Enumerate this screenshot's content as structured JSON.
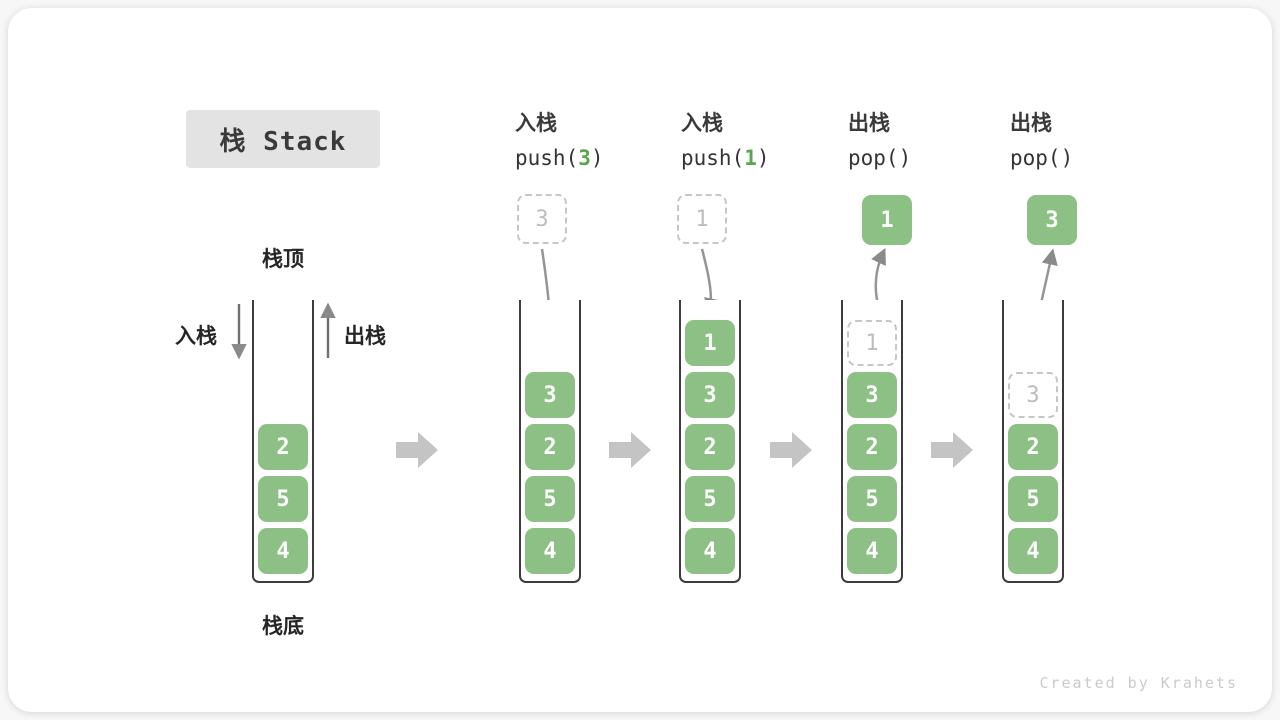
{
  "title": "栈 Stack",
  "labels": {
    "stack_top": "栈顶",
    "stack_bottom": "栈底",
    "push": "入栈",
    "pop": "出栈"
  },
  "watermark": "Created by Krahets",
  "colors": {
    "cell_green": "#8cc084",
    "code_number_green": "#5aa64e",
    "block_arrow_gray": "#c4c4c4",
    "curve_arrow_gray": "#8f8f8f",
    "title_bg": "#e3e3e3"
  },
  "columns": [
    {
      "op": "入栈",
      "code_pre": "push(",
      "code_num": "3",
      "code_post": ")"
    },
    {
      "op": "入栈",
      "code_pre": "push(",
      "code_num": "1",
      "code_post": ")"
    },
    {
      "op": "出栈",
      "code_pre": "pop()",
      "code_num": "",
      "code_post": ""
    },
    {
      "op": "出栈",
      "code_pre": "pop()",
      "code_num": "",
      "code_post": ""
    }
  ],
  "floating": [
    {
      "value": "3",
      "style": "dashed"
    },
    {
      "value": "1",
      "style": "dashed"
    },
    {
      "value": "1",
      "style": "solid"
    },
    {
      "value": "3",
      "style": "solid"
    }
  ],
  "stacks": [
    {
      "cells": [
        {
          "value": "2",
          "state": "solid"
        },
        {
          "value": "5",
          "state": "solid"
        },
        {
          "value": "4",
          "state": "solid"
        }
      ]
    },
    {
      "cells": [
        {
          "value": "3",
          "state": "solid"
        },
        {
          "value": "2",
          "state": "solid"
        },
        {
          "value": "5",
          "state": "solid"
        },
        {
          "value": "4",
          "state": "solid"
        }
      ]
    },
    {
      "cells": [
        {
          "value": "1",
          "state": "solid"
        },
        {
          "value": "3",
          "state": "solid"
        },
        {
          "value": "2",
          "state": "solid"
        },
        {
          "value": "5",
          "state": "solid"
        },
        {
          "value": "4",
          "state": "solid"
        }
      ]
    },
    {
      "cells": [
        {
          "value": "1",
          "state": "ghost"
        },
        {
          "value": "3",
          "state": "solid"
        },
        {
          "value": "2",
          "state": "solid"
        },
        {
          "value": "5",
          "state": "solid"
        },
        {
          "value": "4",
          "state": "solid"
        }
      ]
    },
    {
      "cells": [
        {
          "value": "3",
          "state": "ghost"
        },
        {
          "value": "2",
          "state": "solid"
        },
        {
          "value": "5",
          "state": "solid"
        },
        {
          "value": "4",
          "state": "solid"
        }
      ]
    }
  ]
}
